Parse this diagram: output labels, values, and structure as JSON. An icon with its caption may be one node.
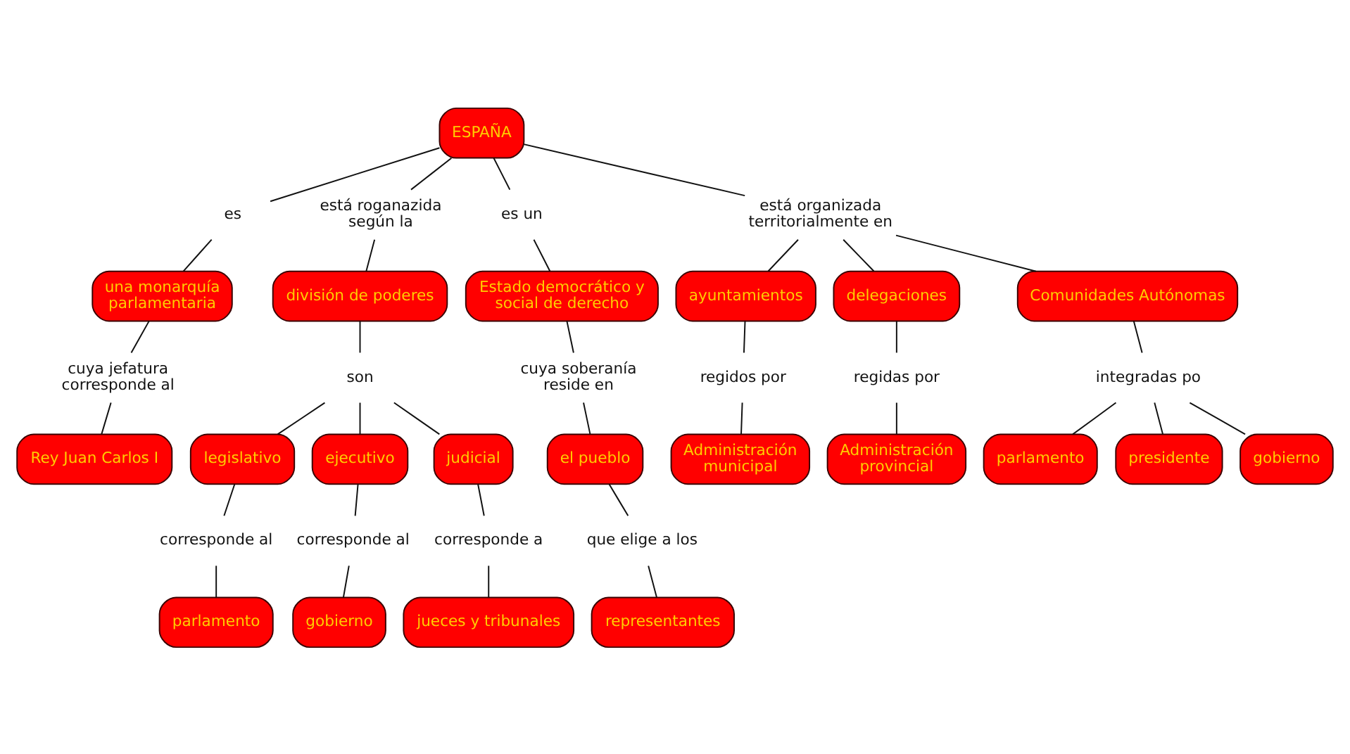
{
  "diagram": {
    "nodes": [
      {
        "text": [
          "ESPAÑA"
        ]
      },
      {
        "text": [
          "es"
        ]
      },
      {
        "text": [
          "está roganazida según la"
        ]
      },
      {
        "text": [
          "es un"
        ]
      },
      {
        "text": [
          "está organizada territorialmente en"
        ]
      },
      {
        "text": [
          "una monarquía parlamentaria"
        ]
      },
      {
        "text": [
          "división de poderes"
        ]
      },
      {
        "text": [
          "Estado democrático y social de derecho"
        ]
      },
      {
        "text": [
          "Comunidades Autónomas"
        ]
      },
      {
        "text": [
          "ayuntamientos"
        ]
      },
      {
        "text": [
          "delegaciones"
        ]
      },
      {
        "text": [
          "son"
        ]
      },
      {
        "text": [
          "cuya jefatura corresponde al"
        ]
      },
      {
        "text": [
          "cuya soberanía reside en"
        ]
      },
      {
        "text": [
          "regidos por"
        ]
      },
      {
        "text": [
          "integradas po"
        ]
      },
      {
        "text": [
          "legislativo"
        ]
      },
      {
        "text": [
          "ejecutivo"
        ]
      },
      {
        "text": [
          "judicial"
        ]
      },
      {
        "text": [
          "Rey Juan Carlos I"
        ]
      },
      {
        "text": [
          "el pueblo"
        ]
      },
      {
        "text": [
          "Administración municipal"
        ]
      },
      {
        "text": [
          "regidas por"
        ]
      },
      {
        "text": [
          "parlamento"
        ]
      },
      {
        "text": [
          "gobierno"
        ]
      },
      {
        "text": [
          "corresponde al"
        ]
      },
      {
        "text": [
          "corresponde al"
        ]
      },
      {
        "text": [
          "corresponde a"
        ]
      },
      {
        "text": [
          "presidente"
        ]
      },
      {
        "text": [
          "que elige a los"
        ]
      },
      {
        "text": [
          "parlamento"
        ]
      },
      {
        "text": [
          "gobierno"
        ]
      },
      {
        "text": [
          "jueces y tribunales"
        ]
      },
      {
        "text": [
          "Administración provincial"
        ]
      },
      {
        "text": [
          "representantes"
        ]
      }
    ],
    "edges": [
      {
        "from": 0,
        "to": 1,
        "arrow": "none"
      },
      {
        "from": 0,
        "to": 2,
        "arrow": "none"
      },
      {
        "from": 0,
        "to": 3,
        "arrow": "none"
      },
      {
        "from": 0,
        "to": 4,
        "arrow": "none"
      },
      {
        "from": 1,
        "to": 5,
        "arrow": "none"
      },
      {
        "from": 2,
        "to": 6,
        "arrow": "none"
      },
      {
        "from": 3,
        "to": 7,
        "arrow": "none"
      },
      {
        "from": 4,
        "to": 9,
        "arrow": "none"
      },
      {
        "from": 4,
        "to": 10,
        "arrow": "none"
      },
      {
        "from": 4,
        "to": 8,
        "arrow": "none"
      },
      {
        "from": 5,
        "to": 12,
        "arrow": "none"
      },
      {
        "from": 12,
        "to": 19,
        "arrow": "none"
      },
      {
        "from": 6,
        "to": 11,
        "arrow": "none"
      },
      {
        "from": 11,
        "to": 16,
        "arrow": "none"
      },
      {
        "from": 11,
        "to": 17,
        "arrow": "none"
      },
      {
        "from": 11,
        "to": 18,
        "arrow": "none"
      },
      {
        "from": 16,
        "to": 25,
        "arrow": "none"
      },
      {
        "from": 25,
        "to": 30,
        "arrow": "none"
      },
      {
        "from": 17,
        "to": 26,
        "arrow": "none"
      },
      {
        "from": 26,
        "to": 31,
        "arrow": "none"
      },
      {
        "from": 18,
        "to": 27,
        "arrow": "none"
      },
      {
        "from": 27,
        "to": 32,
        "arrow": "none"
      },
      {
        "from": 7,
        "to": 13,
        "arrow": "none"
      },
      {
        "from": 13,
        "to": 20,
        "arrow": "none"
      },
      {
        "from": 20,
        "to": 29,
        "arrow": "none"
      },
      {
        "from": 29,
        "to": 34,
        "arrow": "none"
      },
      {
        "from": 9,
        "to": 14,
        "arrow": "none"
      },
      {
        "from": 14,
        "to": 21,
        "arrow": "none"
      },
      {
        "from": 10,
        "to": 22,
        "arrow": "none"
      },
      {
        "from": 22,
        "to": 33,
        "arrow": "none"
      },
      {
        "from": 8,
        "to": 15,
        "arrow": "none"
      },
      {
        "from": 15,
        "to": 23,
        "arrow": "none"
      },
      {
        "from": 15,
        "to": 28,
        "arrow": "none"
      },
      {
        "from": 15,
        "to": 24,
        "arrow": "none"
      }
    ]
  }
}
